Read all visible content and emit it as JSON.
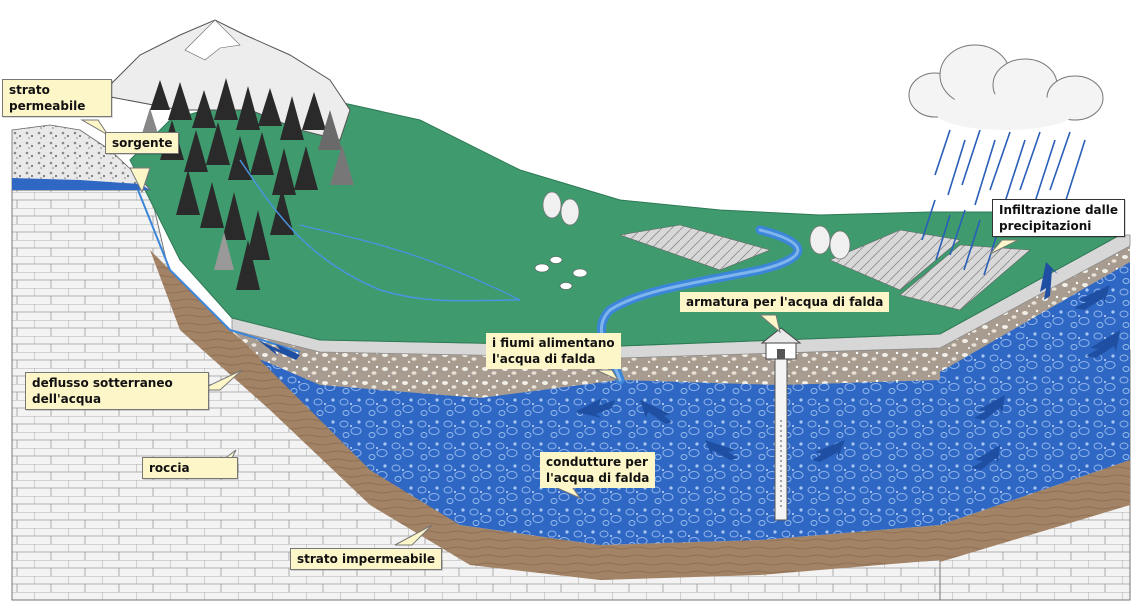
{
  "labels": {
    "permeable_layer": "strato\npermeabile",
    "spring": "sorgente",
    "infiltration": "Infiltrazione dalle\nprecipitazioni",
    "groundwater_fitting": "armatura per l'acqua di falda",
    "rivers_feed": "i fiumi alimentano\nl'acqua di falda",
    "underground_flow": "deflusso sotterraneo\ndell'acqua",
    "rock": "roccia",
    "groundwater_pipes": "condutture per\nl'acqua di falda",
    "impermeable_layer": "strato impermeabile"
  },
  "colors": {
    "meadow": "#3f9a6e",
    "meadow_edge": "#2d7a55",
    "aquifer": "#2f68c4",
    "aquifer_dark": "#1f4fa3",
    "gravel": "#a89c90",
    "clay": "#a38366",
    "clay_dark": "#8a6b50",
    "rock": "#f2f2f2",
    "river": "#3b86d8",
    "cloud": "#f4f4f4",
    "rain": "#2a5fb8",
    "label_bg": "#fdf6c9"
  }
}
